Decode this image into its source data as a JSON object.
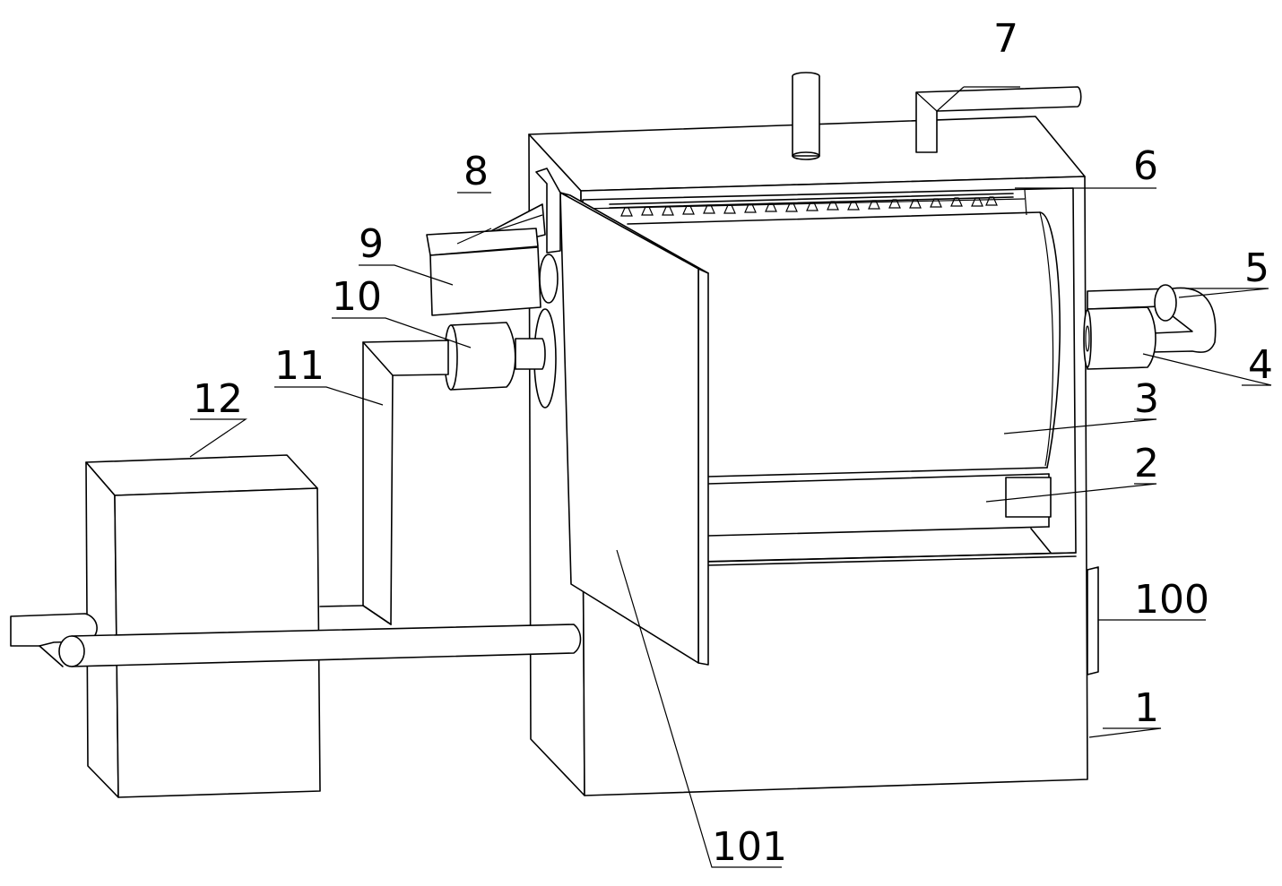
{
  "labels": {
    "l1": "1",
    "l2": "2",
    "l3": "3",
    "l4": "4",
    "l5": "5",
    "l6": "6",
    "l7": "7",
    "l8": "8",
    "l9": "9",
    "l10": "10",
    "l11": "11",
    "l12": "12",
    "l100": "100",
    "l101": "101"
  }
}
